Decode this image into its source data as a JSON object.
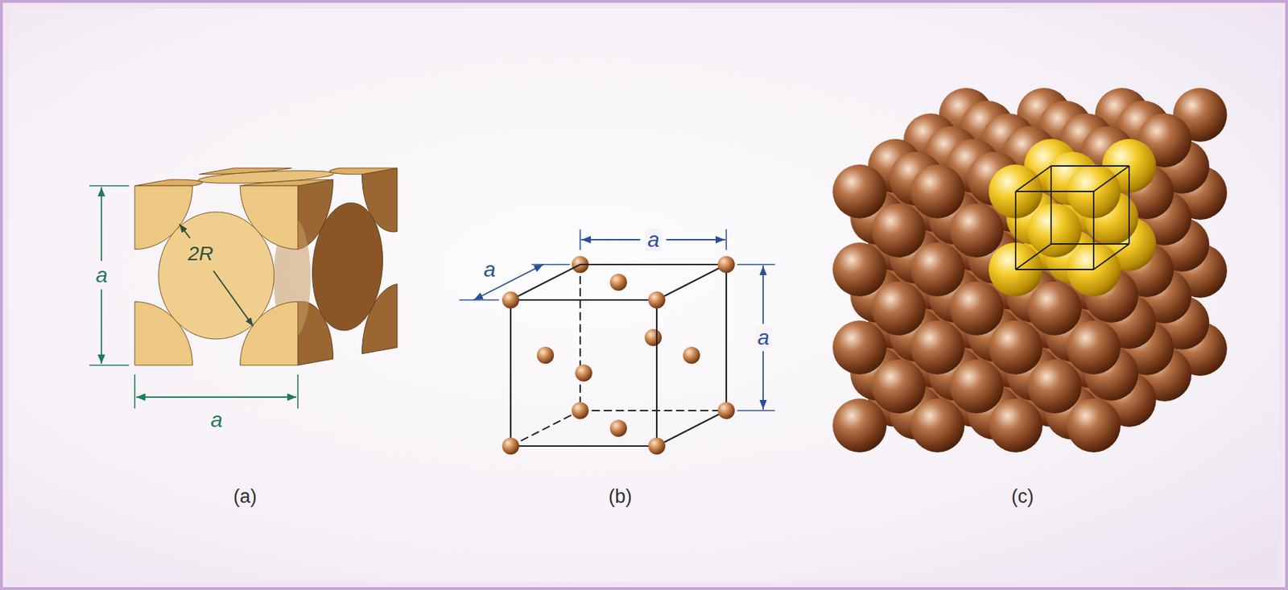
{
  "diagram": {
    "labels": [
      "a",
      "2R",
      "a",
      "a",
      "a",
      "a",
      "(a)",
      "(b)",
      "(c)"
    ]
  }
}
